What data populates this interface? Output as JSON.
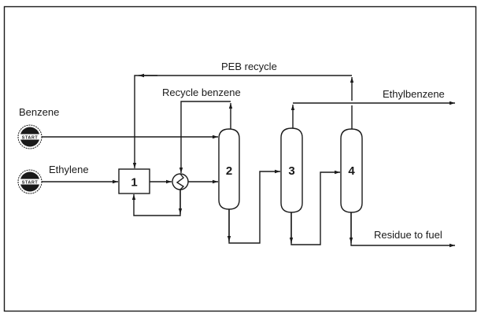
{
  "diagram": {
    "type": "process-flow",
    "feeds": [
      {
        "label": "Benzene",
        "icon": "start-icon",
        "icon_text": "START"
      },
      {
        "label": "Ethylene",
        "icon": "start-icon",
        "icon_text": "START"
      }
    ],
    "units": [
      {
        "id": "1",
        "kind": "reactor-box"
      },
      {
        "id": "hx",
        "kind": "heat-exchanger"
      },
      {
        "id": "2",
        "kind": "column"
      },
      {
        "id": "3",
        "kind": "column"
      },
      {
        "id": "4",
        "kind": "column"
      }
    ],
    "streams": {
      "peb_recycle": "PEB recycle",
      "recycle_benzene": "Recycle benzene",
      "ethylbenzene": "Ethylbenzene",
      "residue": "Residue to fuel"
    },
    "colors": {
      "ink": "#1a1a1a",
      "background": "#ffffff"
    }
  }
}
